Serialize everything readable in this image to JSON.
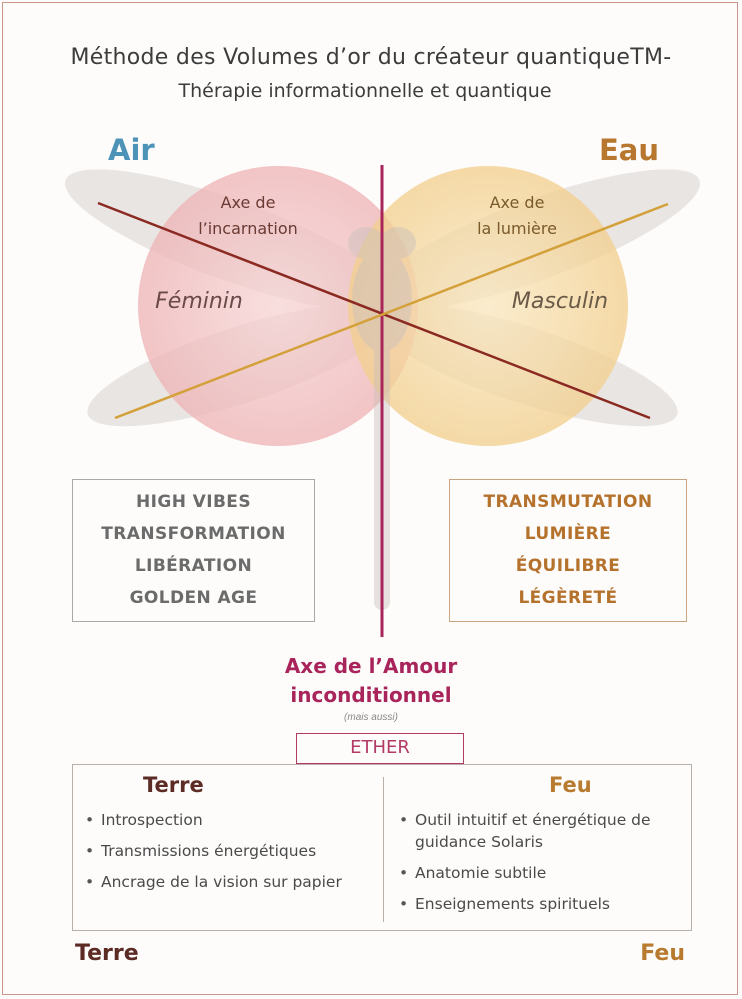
{
  "title_line1": "Méthode des Volumes d’or du créateur quantiqueTM-",
  "title_line2": "Thérapie informationnelle et quantique",
  "elements": {
    "air": "Air",
    "eau": "Eau"
  },
  "axes": {
    "incarnation_line1": "Axe de",
    "incarnation_line2": "l’incarnation",
    "lumiere_line1": "Axe de",
    "lumiere_line2": "la lumière"
  },
  "poles": {
    "feminin": "Féminin",
    "masculin": "Masculin"
  },
  "left_box": [
    "HIGH VIBES",
    "TRANSFORMATION",
    "LIBÉRATION",
    "GOLDEN AGE"
  ],
  "right_box": [
    "TRANSMUTATION",
    "LUMIÈRE",
    "ÉQUILIBRE",
    "LÉGÈRETÉ"
  ],
  "amour": {
    "line1": "Axe de l’Amour",
    "line2": "inconditionnel",
    "aussi": "(mais aussi)",
    "ether": "ETHER"
  },
  "bottom": {
    "left_title": "Terre",
    "left_items": [
      "Introspection",
      "Transmissions énergétiques",
      "Ancrage de la vision sur papier"
    ],
    "right_title": "Feu",
    "right_items": [
      "Outil intuitif et énergétique de guidance Solaris",
      "Anatomie subtile",
      "Enseignements spirituels"
    ]
  },
  "footer": {
    "left": "Terre",
    "right": "Feu"
  },
  "colors": {
    "air": "#4d93b8",
    "eau": "#b8772e",
    "pink_circle": "#f2c4c4",
    "gold_circle": "#f5d79c",
    "axe_incarnation": "#8b2a22",
    "axe_lumiere": "#d4a03a",
    "axe_amour": "#a8245a"
  }
}
